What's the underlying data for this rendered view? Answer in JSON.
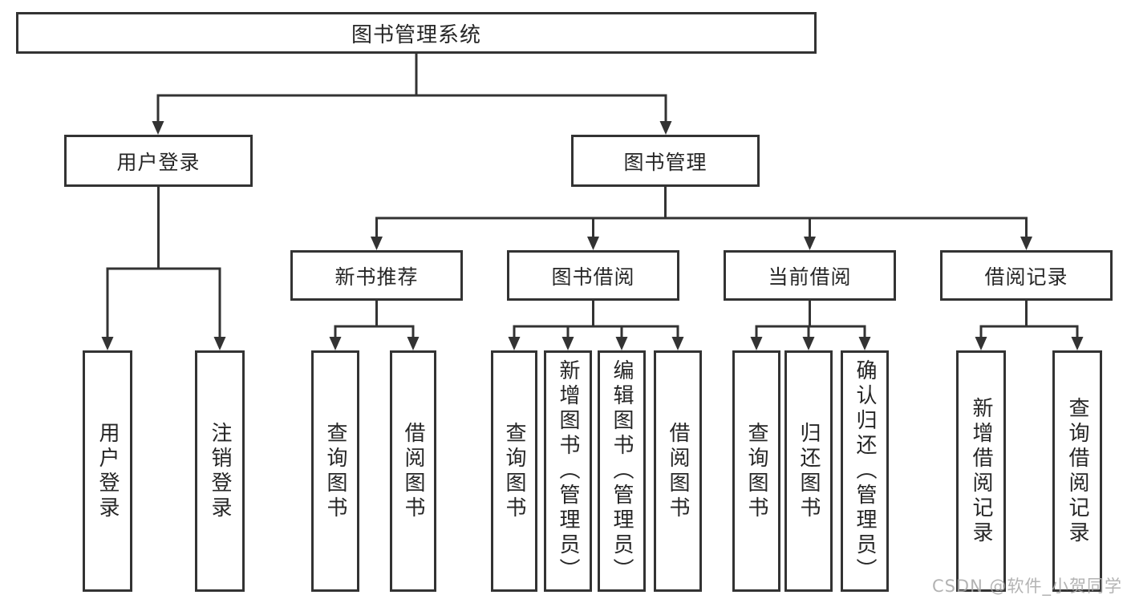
{
  "tree": {
    "label": "图书管理系统",
    "children": [
      {
        "label": "用户登录",
        "children": [
          {
            "label": "用户登录"
          },
          {
            "label": "注销登录"
          }
        ]
      },
      {
        "label": "图书管理",
        "children": [
          {
            "label": "新书推荐",
            "children": [
              {
                "label": "查询图书"
              },
              {
                "label": "借阅图书"
              }
            ]
          },
          {
            "label": "图书借阅",
            "children": [
              {
                "label": "查询图书"
              },
              {
                "label": "新增图书（管理员）"
              },
              {
                "label": "编辑图书（管理员）"
              },
              {
                "label": "借阅图书"
              }
            ]
          },
          {
            "label": "当前借阅",
            "children": [
              {
                "label": "查询图书"
              },
              {
                "label": "归还图书"
              },
              {
                "label": "确认归还（管理员）"
              }
            ]
          },
          {
            "label": "借阅记录",
            "children": [
              {
                "label": "新增借阅记录"
              },
              {
                "label": "查询借阅记录"
              }
            ]
          }
        ]
      }
    ]
  },
  "watermark": "CSDN @软件_小贺同学",
  "colors": {
    "line": "#333333",
    "text": "#262626",
    "background": "#ffffff",
    "watermark": "#a6a6a6"
  }
}
